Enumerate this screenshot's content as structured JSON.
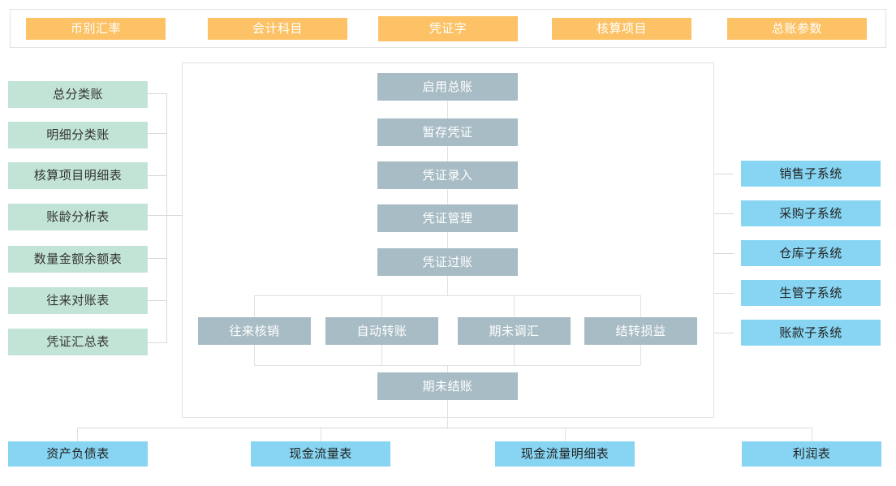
{
  "diagram": {
    "title_bar": {
      "items": [
        {
          "label": "币别汇率"
        },
        {
          "label": "会计科目"
        },
        {
          "label": "凭证字"
        },
        {
          "label": "核算项目"
        },
        {
          "label": "总账参数"
        }
      ]
    },
    "left_reports": {
      "items": [
        {
          "label": "总分类账"
        },
        {
          "label": "明细分类账"
        },
        {
          "label": "核算项目明细表"
        },
        {
          "label": "账龄分析表"
        },
        {
          "label": "数量金额余额表"
        },
        {
          "label": "往来对账表"
        },
        {
          "label": "凭证汇总表"
        }
      ]
    },
    "center_flow": {
      "items": [
        {
          "label": "启用总账"
        },
        {
          "label": "暂存凭证"
        },
        {
          "label": "凭证录入"
        },
        {
          "label": "凭证管理"
        },
        {
          "label": "凭证过账"
        }
      ],
      "period_tasks": [
        {
          "label": "往来核销"
        },
        {
          "label": "自动转账"
        },
        {
          "label": "期未调汇"
        },
        {
          "label": "结转损益"
        }
      ],
      "closing": {
        "label": "期未结账"
      }
    },
    "right_subsystems": {
      "items": [
        {
          "label": "销售子系统"
        },
        {
          "label": "采购子系统"
        },
        {
          "label": "仓库子系统"
        },
        {
          "label": "生管子系统"
        },
        {
          "label": "账款子系统"
        }
      ]
    },
    "bottom_statements": {
      "items": [
        {
          "label": "资产负债表"
        },
        {
          "label": "现金流量表"
        },
        {
          "label": "现金流量明细表"
        },
        {
          "label": "利润表"
        }
      ]
    },
    "colors": {
      "orange": "#FCC265",
      "green": "#C2E4D6",
      "gray": "#A7BCC4",
      "blue": "#87D5F2",
      "line": "#d8d8d8",
      "frame": "#e3e3e3"
    }
  }
}
